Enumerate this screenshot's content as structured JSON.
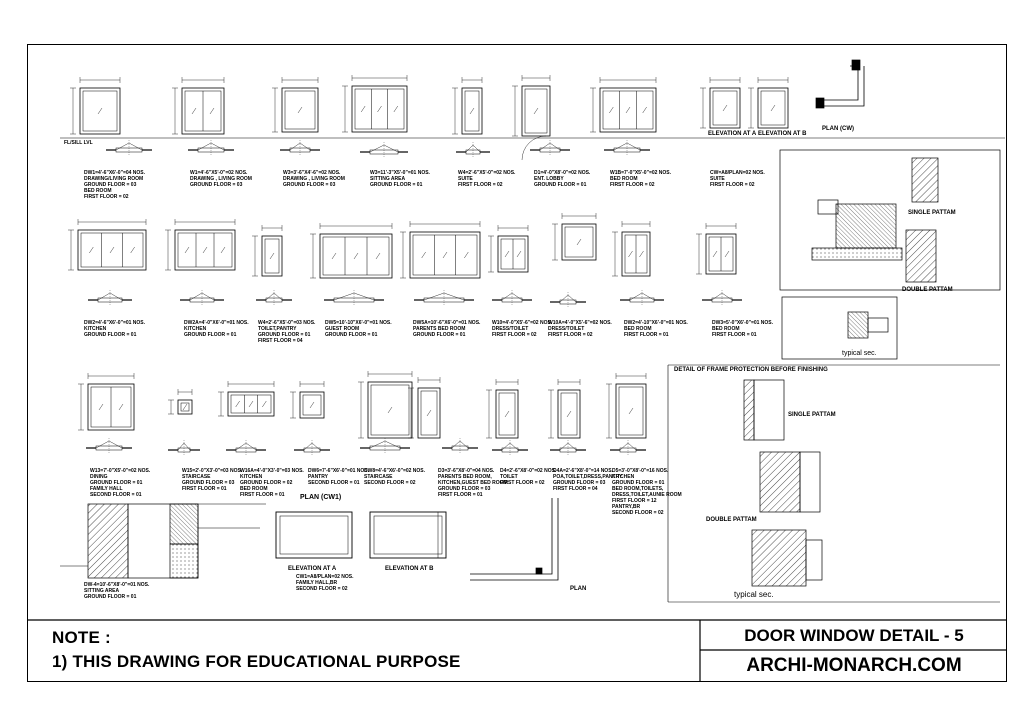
{
  "note": {
    "title": "NOTE :",
    "line1": "1) THIS DRAWING FOR EDUCATIONAL PURPOSE"
  },
  "title_block": {
    "drawing_title": "DOOR WINDOW DETAIL - 5",
    "website": "ARCHI-MONARCH.COM"
  },
  "row1": [
    "DW1=4'-6\"X6'-0\"=04 NOS.\nDRAWING/LIVING ROOM\nGROUND FLOOR = 03\nBED ROOM\nFIRST FLOOR = 02",
    "W1=4'-6\"X5'-0\"=02 NOS.\nDRAWING , LIVING ROOM\nGROUND FLOOR = 03",
    "W3=3'-6\"X4'-6\"=02 NOS.\nDRAWING , LIVING ROOM\nGROUND FLOOR = 03",
    "W3=11'-3\"X5'-0\"=01 NOS.\nSITTING AREA\nGROUND FLOOR = 01",
    "W4=2'-6\"X5'-0\"=02 NOS.\nSUITE\nFIRST FLOOR = 02",
    "D1=4'-0\"X8'-0\"=02 NOS.\nENT. LOBBY\nGROUND FLOOR = 01",
    "W1B=7'-0\"X5'-0\"=02 NOS.\nBED ROOM\nFIRST FLOOR = 02",
    "CW=A8/PLAN=02 NOS.\nSUITE\nFIRST FLOOR = 02"
  ],
  "row2": [
    "DW2=4'-6\"X6'-0\"=01 NOS.\nKITCHEN\nGROUND FLOOR = 01",
    "DW2A=4'-0\"X6'-0\"=01 NOS.\nKITCHEN\nGROUND FLOOR = 01",
    "W4=2'-6\"X5'-0\"=03 NOS.\nTOILET,PANTRY\nGROUND FLOOR = 01\nFIRST FLOOR = 04",
    "DW5=10'-10\"X6'-0\"=01 NOS.\nGUEST ROOM\nGROUND FLOOR = 01",
    "DW5A=10'-6\"X6'-0\"=01 NOS.\nPARENTS BED ROOM\nGROUND FLOOR = 01",
    "W10=4'-0\"X5'-6\"=02 NOS.\nDRESS/TOILET\nFIRST FLOOR = 02",
    "W10A=4'-0\"X5'-6\"=02 NOS.\nDRESS/TOILET\nFIRST FLOOR = 02",
    "DW2=4'-10\"X6'-0\"=01 NOS.\nBED ROOM\nFIRST FLOOR = 01",
    "DW3=5'-0\"X6'-0\"=01 NOS.\nBED ROOM\nFIRST FLOOR = 01"
  ],
  "row3": [
    "W13=7'-0\"X5'-0\"=02 NOS.\nDINING\nGROUND FLOOR = 01\nFAMILY HALL\nSECOND FLOOR = 01",
    "W15=2'-0\"X3'-0\"=03 NOS.\nSTAIRCASE\nGROUND FLOOR = 03\nFIRST FLOOR = 01",
    "W16A=4'-0\"X3'-0\"=03 NOS.\nKITCHEN\nGROUND FLOOR = 02\nBED ROOM\nFIRST FLOOR = 01",
    "DW6=7'-6\"X6'-0\"=01 NOS.\nPANTRY\nSECOND FLOOR = 01",
    "DW8=4'-6\"X6'-0\"=02 NOS.\nSTAIRCASE\nSECOND FLOOR = 02",
    "D3=3'-6\"X8'-0\"=04 NOS.\nPARENTS BED ROOM,\nKITCHEN,GUEST BED ROOM\nGROUND FLOOR = 03\nFIRST FLOOR = 01",
    "D4=2'-6\"X8'-0\"=02 NOS.\nTOILET\nFIRST FLOOR = 02",
    "D4A=2'-6\"X8'-0\"=14 NOS.\nPOA,TOILET,DRESS,PANTRY\nGROUND FLOOR = 03\nFIRST FLOOR = 04",
    "D5=3'-0\"X8'-0\"=16 NOS.\nKITCHEN\nGROUND FLOOR = 01\nBED ROOM,TOILETS,\nDRESS,TOILET,AUNIE ROOM\nFIRST FLOOR = 12\nPANTRY,BR\nSECOND FLOOR = 02"
  ],
  "captions": {
    "plan_cw": "PLAN (CW)",
    "plan_cw1": "PLAN (CW1)",
    "elev_a_top": "ELEVATION AT A",
    "elev_b_top": "ELEVATION AT B",
    "elev_a_bot": "ELEVATION AT A",
    "elev_b_bot": "ELEVATION AT B",
    "cw1_note": "CW1=A8/PLAN=02 NOS.\nFAMILY HALL,BR\nSECOND FLOOR = 02",
    "dw_note": "DW-4=10'-6\"X8'-0\"=01 NOS.\nSITTING AREA\nGROUND FLOOR = 01",
    "plan_label": "PLAN",
    "fl_label": "FL/SILL LVL",
    "single_pattern_top": "SINGLE PATTAM",
    "double_pattern_top": "DOUBLE PATTAM",
    "typical_sec_top": "typical sec.",
    "frame_protection": "DETAIL OF FRAME PROTECTION BEFORE FINISHING",
    "single_pattern_mid": "SINGLE PATTAM",
    "double_pattern_mid": "DOUBLE PATTAM",
    "typical_sec_bot": "typical sec."
  }
}
